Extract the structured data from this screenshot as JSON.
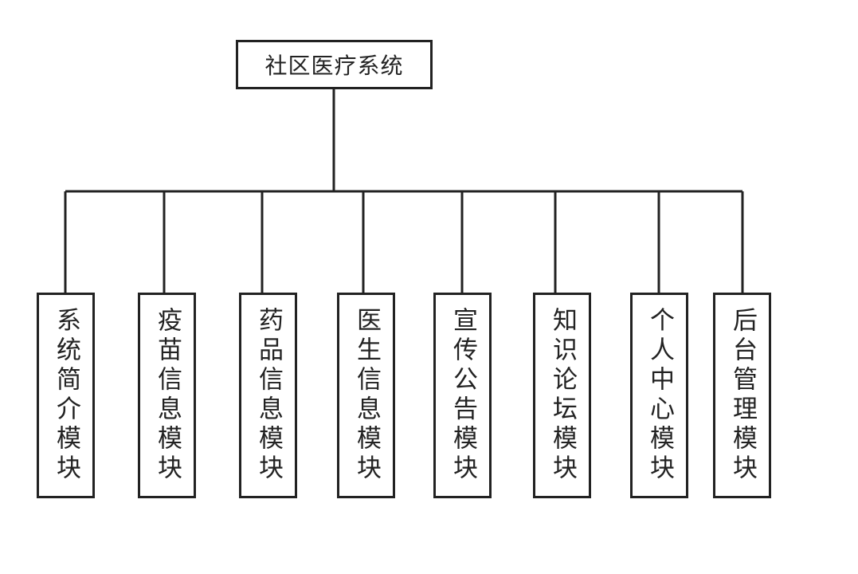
{
  "diagram": {
    "root": {
      "label": "社区医疗系统"
    },
    "modules": [
      {
        "label": "系统简介模块"
      },
      {
        "label": "疫苗信息模块"
      },
      {
        "label": "药品信息模块"
      },
      {
        "label": "医生信息模块"
      },
      {
        "label": "宣传公告模块"
      },
      {
        "label": "知识论坛模块"
      },
      {
        "label": "个人中心模块"
      },
      {
        "label": "后台管理模块"
      }
    ],
    "colors": {
      "line": "#222222",
      "box_border": "#222222",
      "background": "#ffffff"
    }
  }
}
